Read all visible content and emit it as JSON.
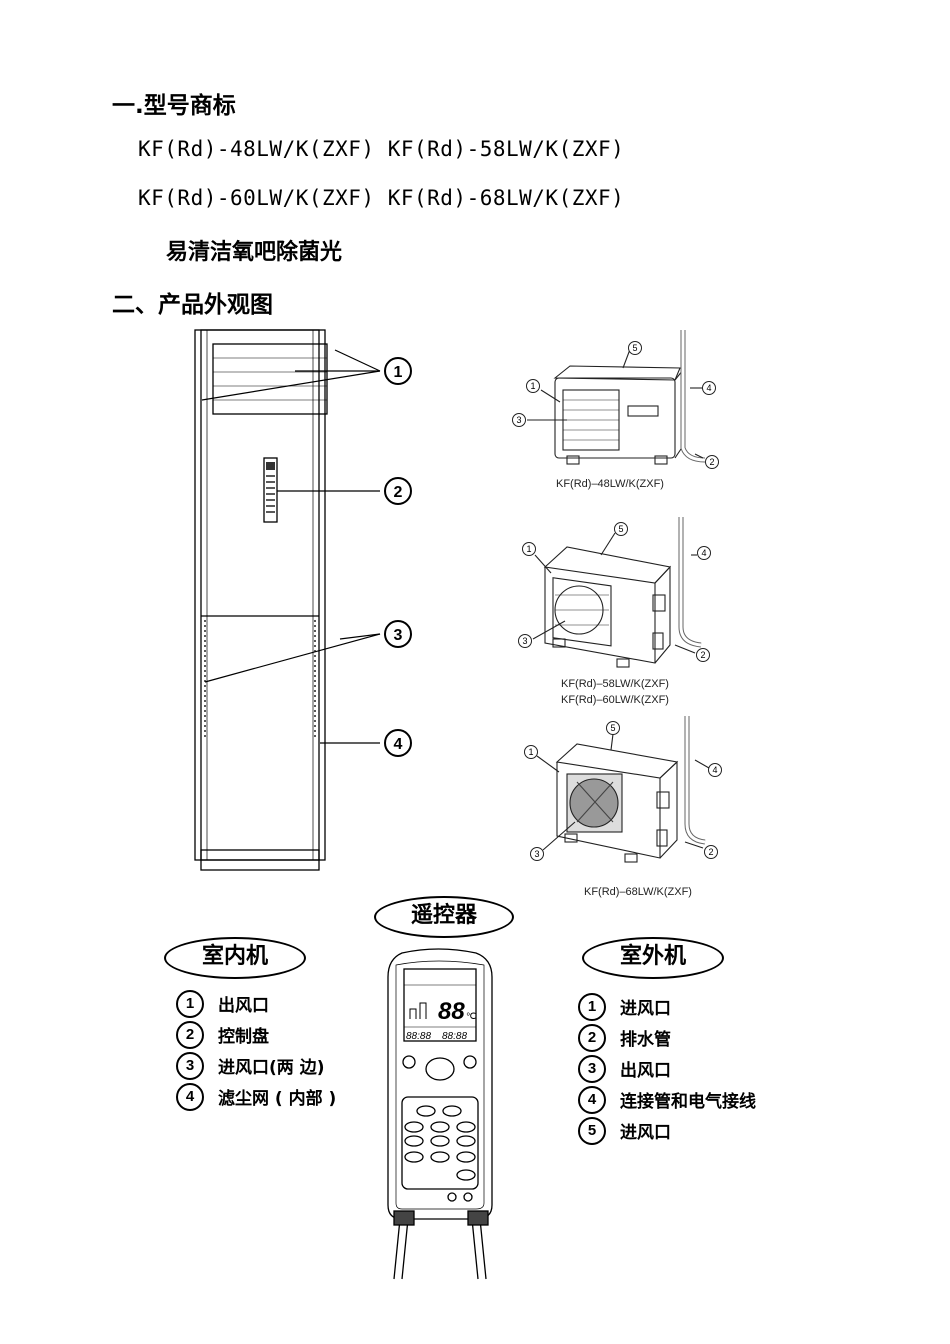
{
  "section1": {
    "heading": "一.型号商标",
    "models_line1": "KF(Rd)-48LW/K(ZXF) KF(Rd)-58LW/K(ZXF)",
    "models_line2": "KF(Rd)-60LW/K(ZXF) KF(Rd)-68LW/K(ZXF)",
    "feature": "易清洁氧吧除菌光"
  },
  "section2": {
    "heading": "二、产品外观图"
  },
  "indoor_callouts": [
    "1",
    "2",
    "3",
    "4"
  ],
  "outdoor_units": [
    {
      "caption": "KF(Rd)–48LW/K(ZXF)",
      "callouts": [
        "1",
        "2",
        "3",
        "4",
        "5"
      ]
    },
    {
      "caption_line1": "KF(Rd)–58LW/K(ZXF)",
      "caption_line2": "KF(Rd)–60LW/K(ZXF)",
      "callouts": [
        "1",
        "2",
        "3",
        "4",
        "5"
      ]
    },
    {
      "caption": "KF(Rd)–68LW/K(ZXF)",
      "callouts": [
        "1",
        "2",
        "3",
        "4",
        "5"
      ]
    }
  ],
  "remote": {
    "title": "遥控器",
    "display_temp": "88",
    "display_unit": "℃",
    "time_left": "88:88",
    "time_right": "88:88"
  },
  "indoor_legend": {
    "title": "室内机",
    "items": [
      {
        "num": "1",
        "label": "出风口"
      },
      {
        "num": "2",
        "label": "控制盘"
      },
      {
        "num": "3",
        "label": "进风口(两 边)"
      },
      {
        "num": "4",
        "label": "滤尘网 ( 内部 )"
      }
    ]
  },
  "outdoor_legend": {
    "title": "室外机",
    "items": [
      {
        "num": "1",
        "label": "进风口"
      },
      {
        "num": "2",
        "label": "排水管"
      },
      {
        "num": "3",
        "label": "出风口"
      },
      {
        "num": "4",
        "label": "连接管和电气接线"
      },
      {
        "num": "5",
        "label": "进风口"
      }
    ]
  }
}
